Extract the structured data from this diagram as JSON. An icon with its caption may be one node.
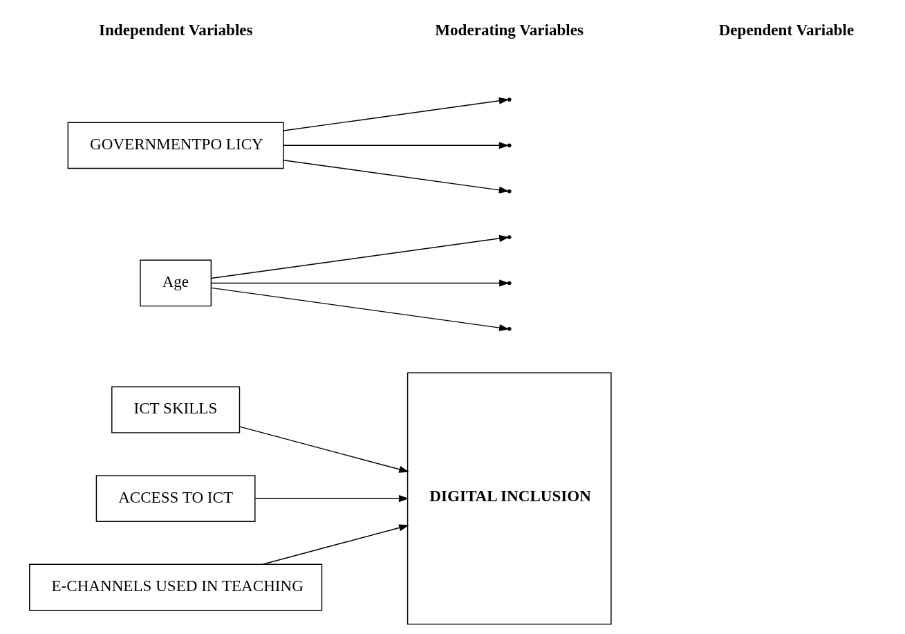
{
  "diagram": {
    "nodes": [
      {
        "text": [
          "ICT SKILLS"
        ]
      },
      {
        "text": [
          "ACCESS TO ICT"
        ]
      },
      {
        "text": [
          "E-CHANNELS USED IN TEACHING"
        ]
      },
      {
        "text": [
          "DIGITAL INCLUSION"
        ]
      },
      {
        "text": [
          "Age"
        ]
      },
      {
        "text": [
          "GOVERNMENTPO LICY"
        ]
      }
    ],
    "edges": [
      {
        "from": 0,
        "to": 3,
        "arrow": "to"
      },
      {
        "from": 1,
        "to": 3,
        "arrow": "to"
      },
      {
        "from": 2,
        "to": 3,
        "arrow": "to"
      },
      {
        "from": 4,
        "to": null,
        "arrow": "to"
      },
      {
        "from": 4,
        "to": null,
        "arrow": "to"
      },
      {
        "from": 4,
        "to": null,
        "arrow": "to"
      },
      {
        "from": 5,
        "to": null,
        "arrow": "to"
      },
      {
        "from": 5,
        "to": null,
        "arrow": "to"
      },
      {
        "from": 5,
        "to": null,
        "arrow": "to"
      }
    ],
    "labels": [
      "Independent Variables",
      "Moderating Variables",
      "Dependent Variable"
    ]
  }
}
